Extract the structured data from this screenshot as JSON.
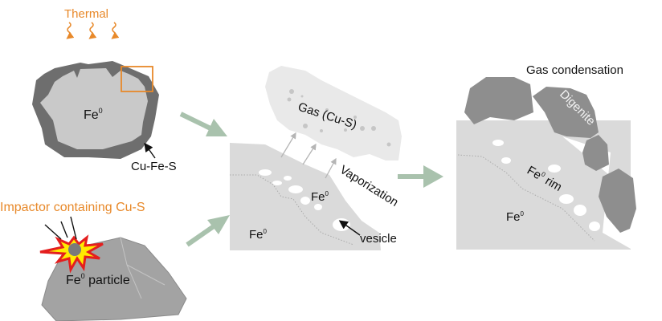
{
  "colors": {
    "orange": "#e8892a",
    "arrow_green": "#a9c2ad",
    "rim_dark": "#6e6e6e",
    "core_light": "#c9c9c9",
    "digenite": "#8e8e8e",
    "matrix": "#d9d9d9",
    "gas": "#e9e9e9"
  },
  "panel1": {
    "thermal_label": "Thermal",
    "core_label": "Fe",
    "core_sup": "0",
    "rim_label": "Cu-Fe-S",
    "impactor_label": "Impactor containing Cu-S",
    "particle_label": "Fe",
    "particle_sup": "0",
    "particle_suffix": " particle"
  },
  "panel2": {
    "gas_label": "Gas (Cu-S)",
    "vaporization_label": "Vaporization",
    "fe_upper": "Fe",
    "fe_upper_sup": "0",
    "fe_lower": "Fe",
    "fe_lower_sup": "0",
    "vesicle_label": "vesicle"
  },
  "panel3": {
    "title": "Gas condensation",
    "digenite_label": "Digenite",
    "rim_label": "Fe",
    "rim_sup": "0",
    "rim_suffix": " rim",
    "fe_label": "Fe",
    "fe_sup": "0"
  }
}
